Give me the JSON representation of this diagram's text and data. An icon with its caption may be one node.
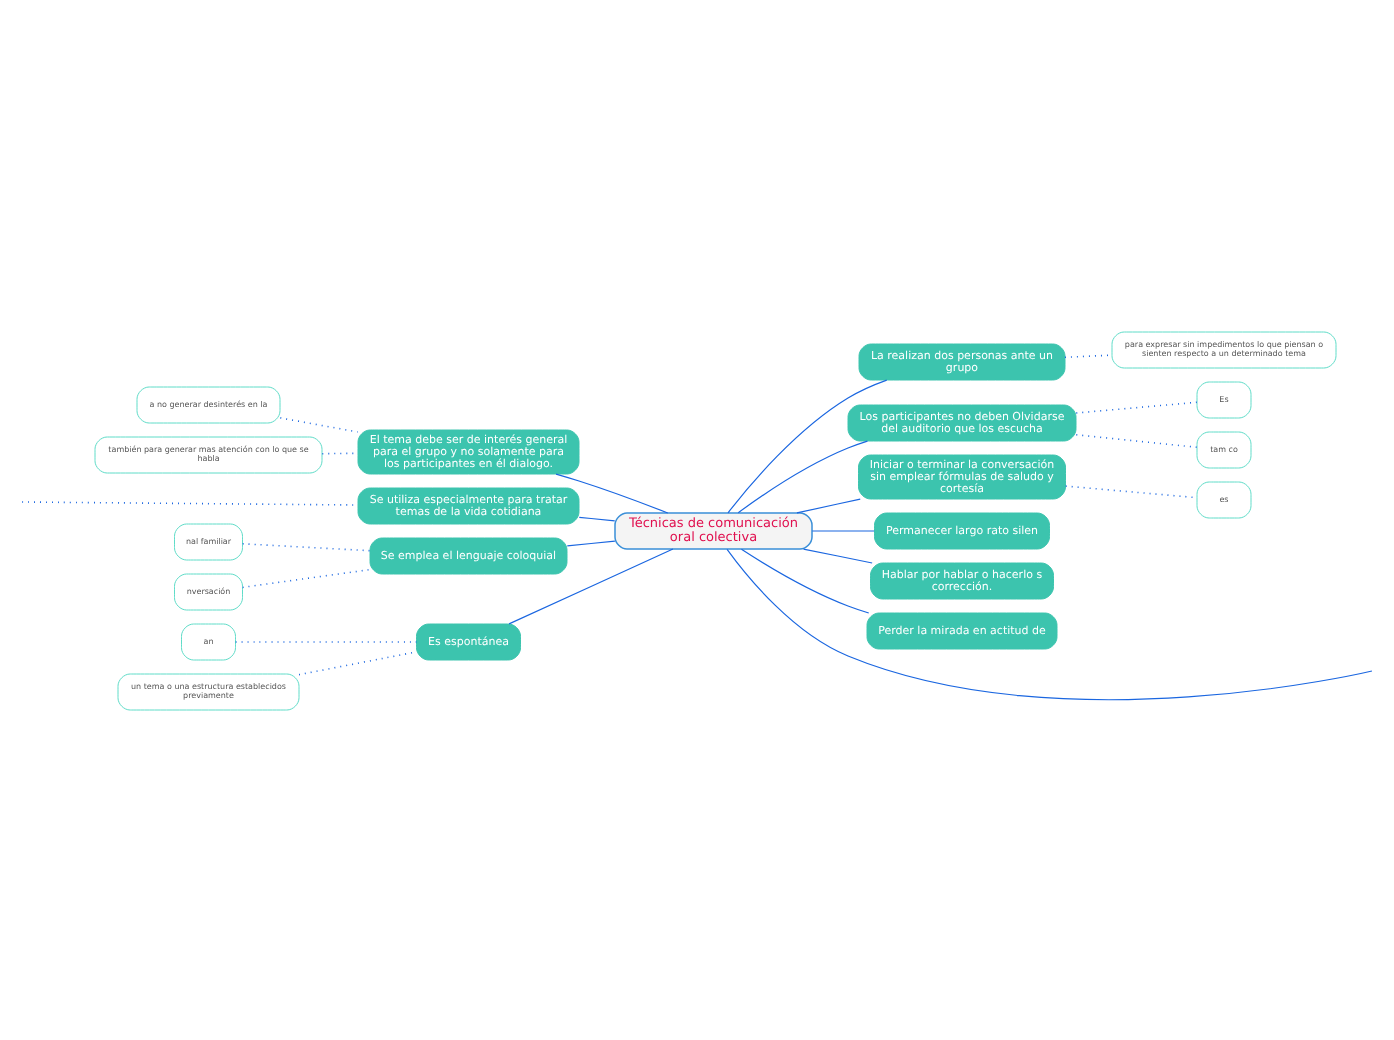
{
  "diagram": {
    "nodes": [
      {
        "text": [
          "Técnicas de comunicación oral colectiva"
        ]
      },
      {
        "text": [
          "El tema debe ser de interés general para el grupo y no solamente para los participantes en él dialogo."
        ]
      },
      {
        "text": [
          "a no generar desinterés en la"
        ]
      },
      {
        "text": [
          "también para generar mas atención con lo que se habla"
        ]
      },
      {
        "text": [
          "Se utiliza especialmente para tratar temas de la vida cotidiana"
        ]
      },
      {
        "text": [
          "Se emplea el lenguaje coloquial"
        ]
      },
      {
        "text": [
          "nal familiar"
        ]
      },
      {
        "text": [
          "nversación"
        ]
      },
      {
        "text": [
          "Es espontánea"
        ]
      },
      {
        "text": [
          "an"
        ]
      },
      {
        "text": [
          "un tema o una estructura establecidos previamente"
        ]
      },
      {
        "text": [
          "para expresar sin impedimentos lo que piensan o sienten respecto a un determinado tema"
        ]
      },
      {
        "text": [
          "La realizan dos personas ante un grupo"
        ]
      },
      {
        "text": [
          "Los participantes no deben Olvidarse del auditorio que los escucha"
        ]
      },
      {
        "text": [
          "Es"
        ]
      },
      {
        "text": [
          "tam co"
        ]
      },
      {
        "text": [
          "Iniciar o terminar la conversación sin emplear fórmulas de saludo y cortesía"
        ]
      },
      {
        "text": [
          "es"
        ]
      },
      {
        "text": [
          "Permanecer largo rato silen"
        ]
      },
      {
        "text": [
          "Hablar por hablar o hacerlo s corrección."
        ]
      },
      {
        "text": [
          "Perder la mirada en actitud de"
        ]
      }
    ],
    "edges": [
      {
        "from": 0,
        "to": 1,
        "arrow": "none"
      },
      {
        "from": 1,
        "to": 2,
        "arrow": "none",
        "style": "dashed"
      },
      {
        "from": 1,
        "to": 3,
        "arrow": "none",
        "style": "dashed"
      },
      {
        "from": 0,
        "to": 4,
        "arrow": "none"
      },
      {
        "from": 4,
        "to": null,
        "arrow": "none",
        "style": "dashed"
      },
      {
        "from": 0,
        "to": 5,
        "arrow": "none"
      },
      {
        "from": 5,
        "to": 6,
        "arrow": "none",
        "style": "dashed"
      },
      {
        "from": 5,
        "to": 7,
        "arrow": "none",
        "style": "dashed"
      },
      {
        "from": 0,
        "to": 8,
        "arrow": "none"
      },
      {
        "from": 8,
        "to": 9,
        "arrow": "none",
        "style": "dashed"
      },
      {
        "from": 8,
        "to": 10,
        "arrow": "none",
        "style": "dashed"
      },
      {
        "from": 0,
        "to": null,
        "arrow": "none"
      },
      {
        "from": 0,
        "to": 12,
        "arrow": "none"
      },
      {
        "from": 12,
        "to": 11,
        "arrow": "none",
        "style": "dashed"
      },
      {
        "from": 0,
        "to": 13,
        "arrow": "none"
      },
      {
        "from": 13,
        "to": 14,
        "arrow": "none",
        "style": "dashed"
      },
      {
        "from": 13,
        "to": 15,
        "arrow": "none",
        "style": "dashed"
      },
      {
        "from": 0,
        "to": 16,
        "arrow": "none"
      },
      {
        "from": 16,
        "to": 17,
        "arrow": "none",
        "style": "dashed"
      },
      {
        "from": 0,
        "to": 18,
        "arrow": "none"
      },
      {
        "from": 0,
        "to": 19,
        "arrow": "none"
      },
      {
        "from": 0,
        "to": 20,
        "arrow": "none"
      }
    ]
  }
}
